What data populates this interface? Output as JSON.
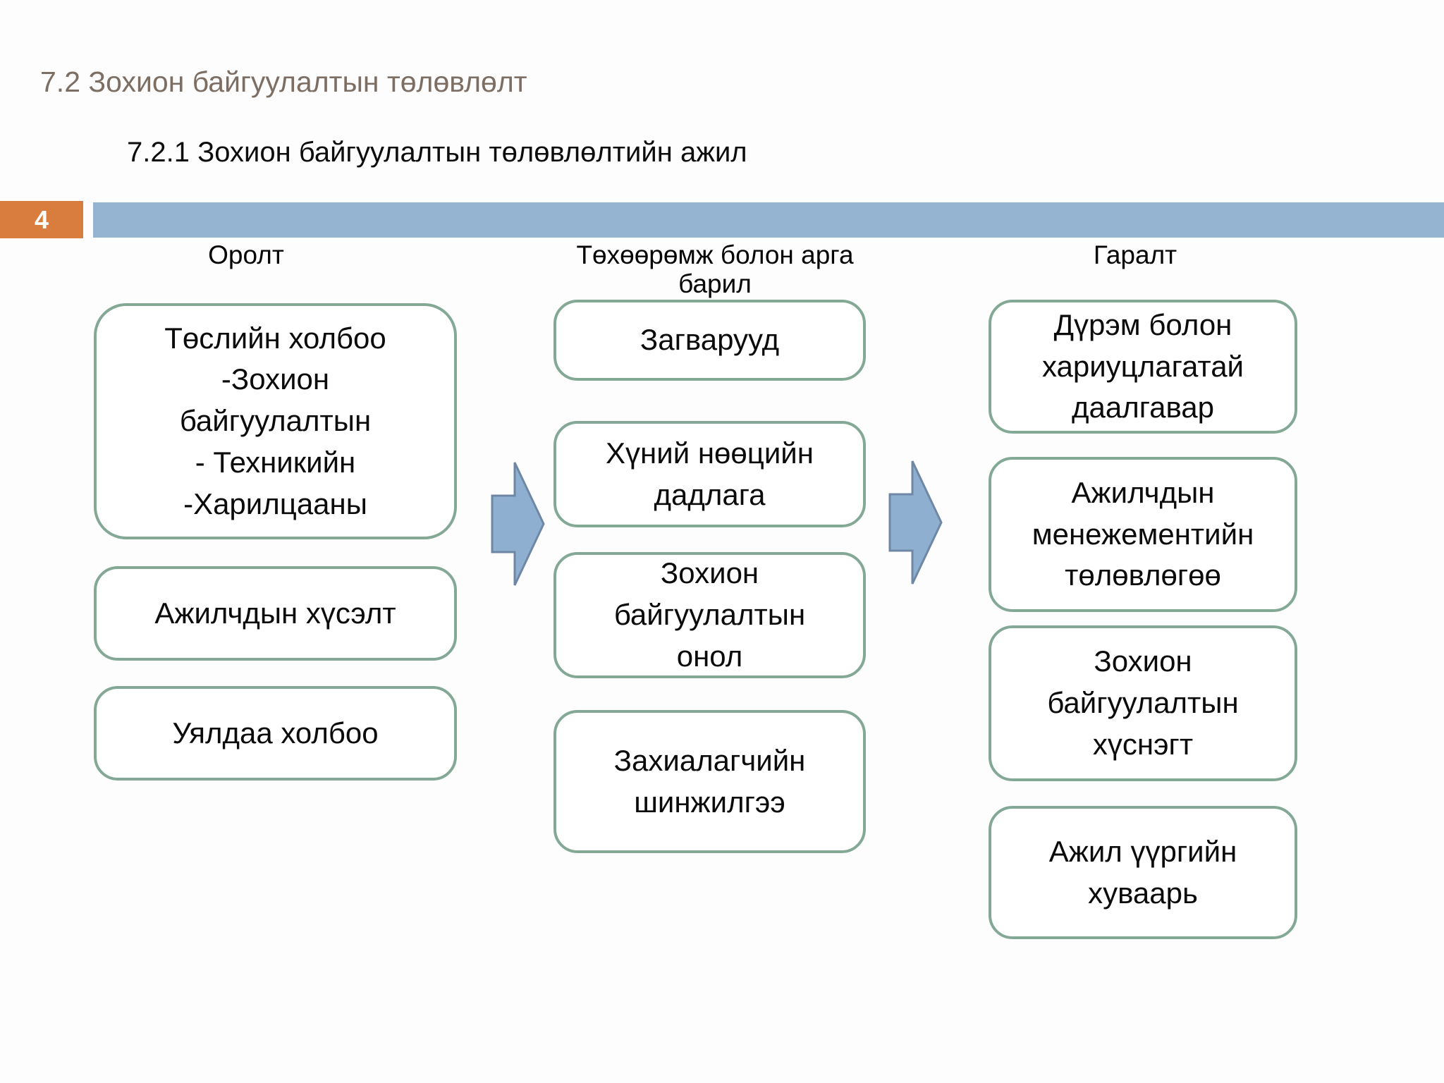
{
  "page": {
    "title": "7.2 Зохион байгуулалтын төлөвлөлт",
    "subtitle": "7.2.1 Зохион байгуулалтын төлөвлөлтийн ажил",
    "page_number": "4"
  },
  "colors": {
    "accent_orange": "#D97D3E",
    "bar_blue": "#94B4D2",
    "arrow_fill": "#8FAFD0",
    "arrow_stroke": "#6E87A5",
    "box_border": "#84A896",
    "title_gray": "#7D6E64"
  },
  "diagram": {
    "columns": [
      {
        "header": "Оролт",
        "boxes": [
          {
            "text": "Төслийн холбоо\n-Зохион\nбайгуулалтын\n- Техникийн\n-Харилцааны"
          },
          {
            "text": "Ажилчдын хүсэлт"
          },
          {
            "text": "Уялдаа холбоо"
          }
        ]
      },
      {
        "header": "Төхөөрөмж болон арга барил",
        "boxes": [
          {
            "text": "Загварууд"
          },
          {
            "text": "Хүний нөөцийн\nдадлага"
          },
          {
            "text": "Зохион\nбайгуулалтын\nонол"
          },
          {
            "text": "Захиалагчийн\nшинжилгээ"
          }
        ]
      },
      {
        "header": "Гаралт",
        "boxes": [
          {
            "text": "Дүрэм болон\nхариуцлагатай\nдаалгавар"
          },
          {
            "text": "Ажилчдын\nменежементийн\nтөлөвлөгөө"
          },
          {
            "text": "Зохион\nбайгуулалтын\nхүснэгт"
          },
          {
            "text": "Ажил үүргийн\nхуваарь"
          }
        ]
      }
    ]
  }
}
